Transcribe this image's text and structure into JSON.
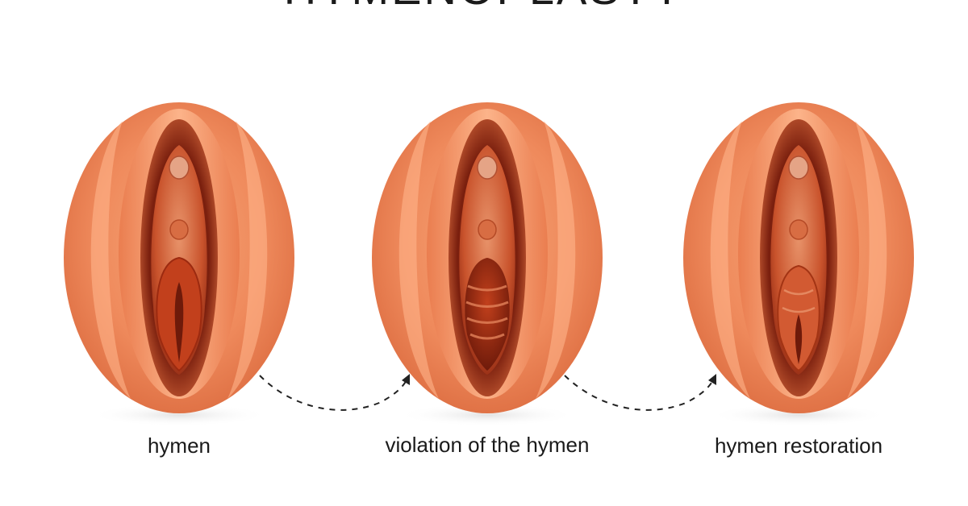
{
  "title": "HYMENOPLASTY",
  "stages": [
    {
      "label": "hymen",
      "state": "intact"
    },
    {
      "label": "violation of the hymen",
      "state": "torn"
    },
    {
      "label": "hymen restoration",
      "state": "restored"
    }
  ],
  "colors": {
    "outer_skin": "#ef8a5c",
    "outer_highlight": "#ffc09b",
    "inner_dark": "#8a2510",
    "inner_mid": "#c9532c",
    "inner_light": "#e8936a",
    "arrow": "#222222",
    "text": "#1a1a1a",
    "background": "#ffffff"
  }
}
